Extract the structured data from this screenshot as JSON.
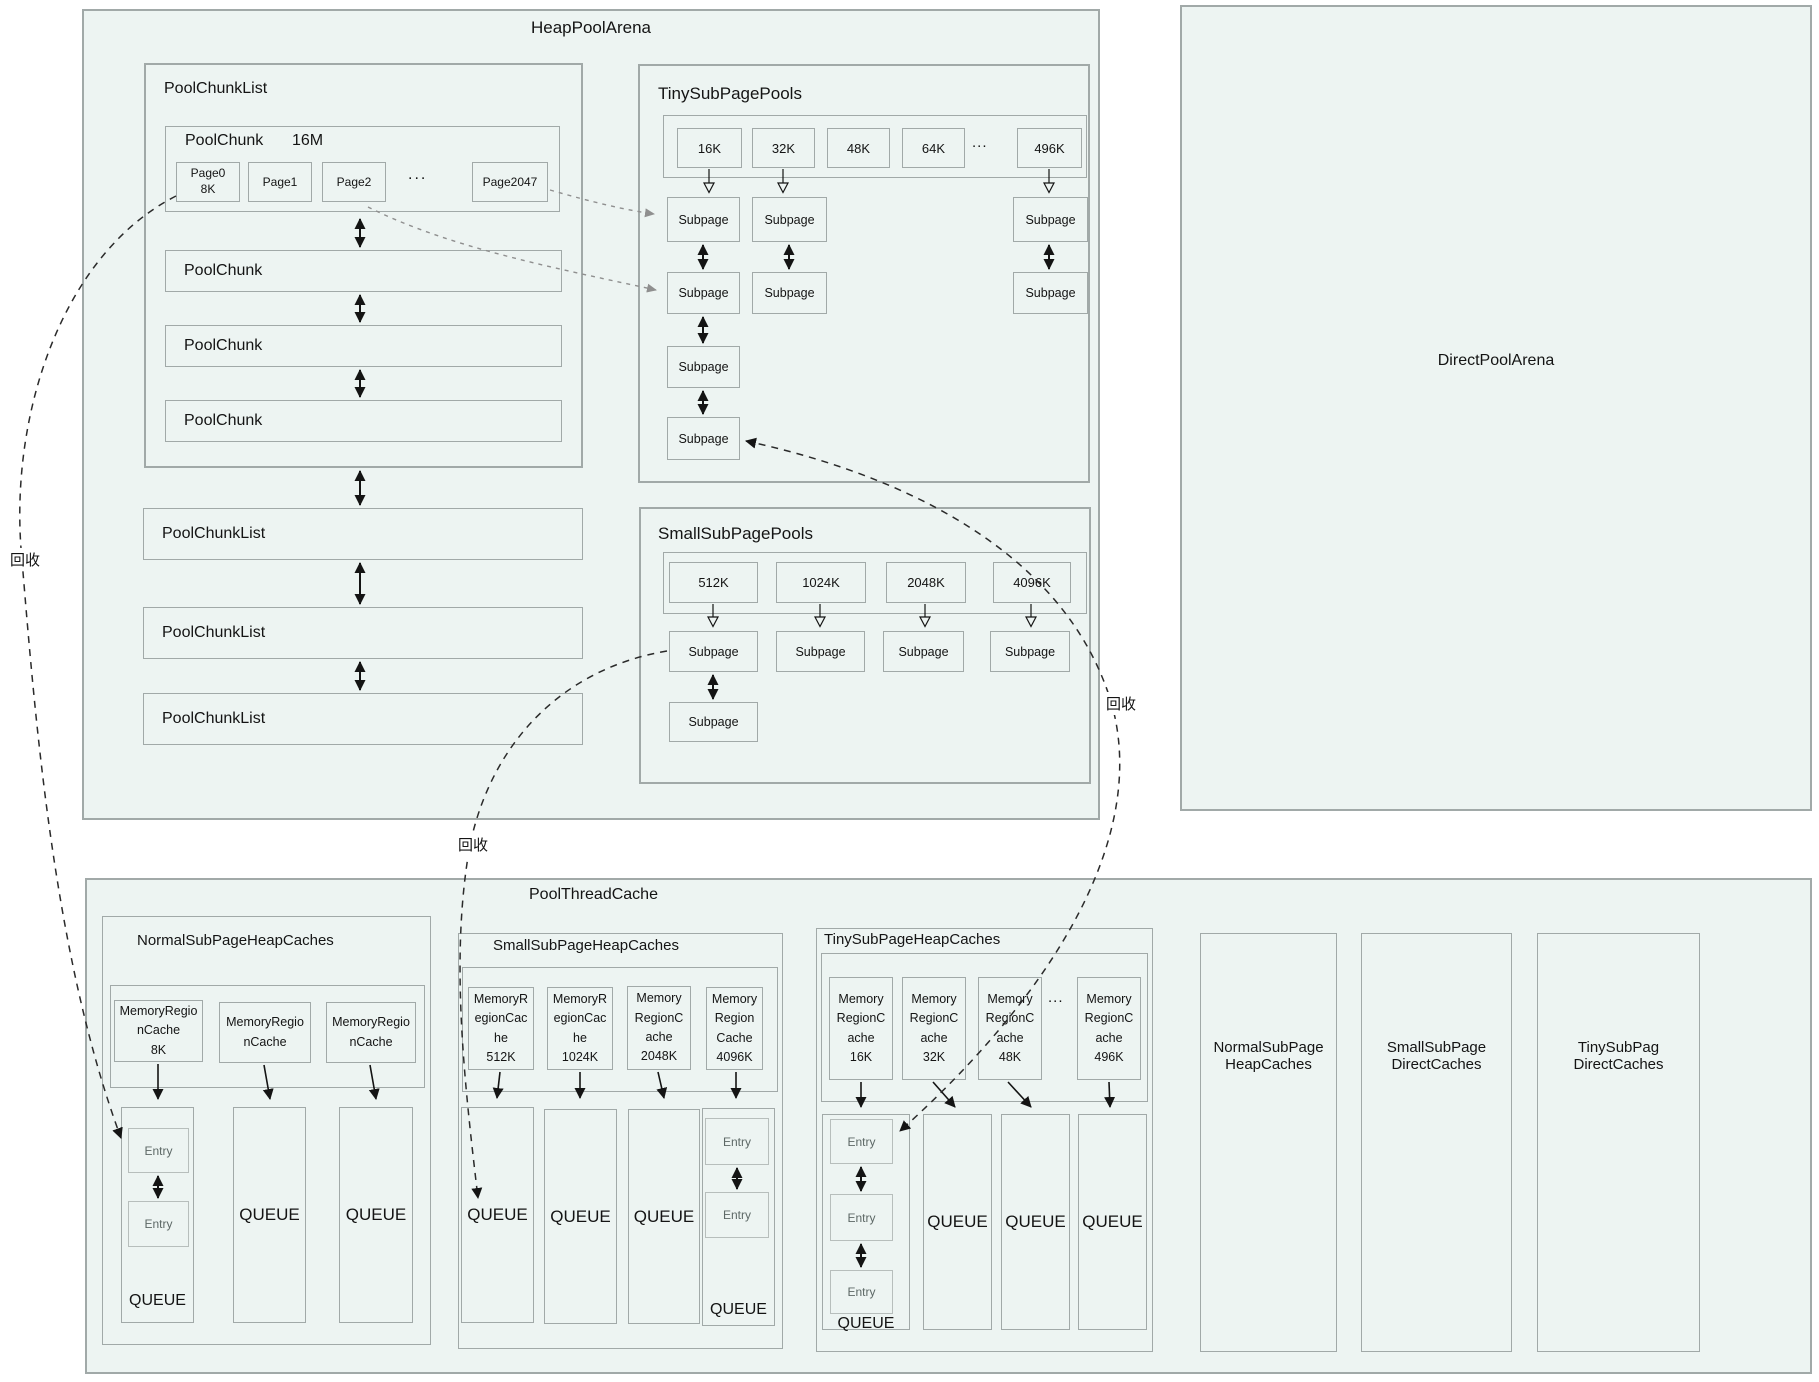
{
  "labels": {
    "heap_pool_arena": "HeapPoolArena",
    "direct_pool_arena": "DirectPoolArena",
    "pool_thread_cache": "PoolThreadCache",
    "pool_chunk_list": "PoolChunkList",
    "pool_chunk": "PoolChunk",
    "chunk_size": "16M",
    "subpage": "Subpage",
    "queue": "QUEUE",
    "entry": "Entry",
    "memory_region_cache": "MemoryRegionCache",
    "recycle": "回收",
    "ellipsis": "..."
  },
  "pool_chunk": {
    "pages": [
      "Page0",
      "Page1",
      "Page2",
      "Page2047"
    ],
    "page0_size": "8K"
  },
  "tiny_pools": {
    "title": "TinySubPagePools",
    "sizes": [
      "16K",
      "32K",
      "48K",
      "64K",
      "496K"
    ]
  },
  "small_pools": {
    "title": "SmallSubPagePools",
    "sizes": [
      "512K",
      "1024K",
      "2048K",
      "4096K"
    ]
  },
  "thread_cache": {
    "normal_heap": {
      "title": "NormalSubPageHeapCaches",
      "cache_sizes": [
        "8K",
        "",
        ""
      ]
    },
    "small_heap": {
      "title": "SmallSubPageHeapCaches",
      "cache_sizes": [
        "512K",
        "1024K",
        "2048K",
        "4096K"
      ]
    },
    "tiny_heap": {
      "title": "TinySubPageHeapCaches",
      "cache_sizes": [
        "16K",
        "32K",
        "48K",
        "496K"
      ]
    },
    "normal_heap_caches": "NormalSubPage\nHeapCaches",
    "small_direct_caches": "SmallSubPage\nDirectCaches",
    "tiny_direct_caches": "TinySubPag\nDirectCaches"
  }
}
